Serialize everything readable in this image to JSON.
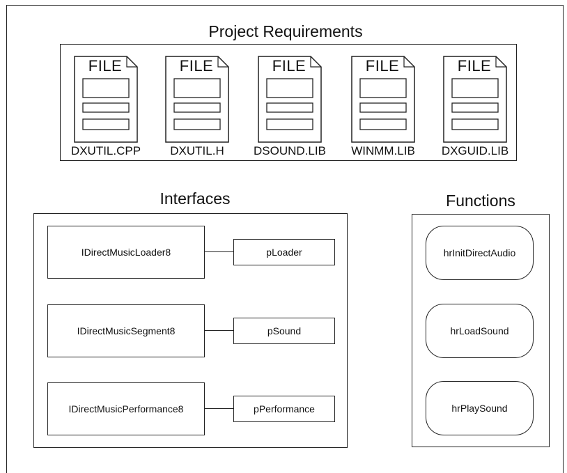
{
  "requirements": {
    "title": "Project Requirements",
    "file_icon_label": "FILE",
    "files": [
      "DXUTIL.CPP",
      "DXUTIL.H",
      "DSOUND.LIB",
      "WINMM.LIB",
      "DXGUID.LIB"
    ]
  },
  "interfaces": {
    "title": "Interfaces",
    "items": [
      {
        "interface": "IDirectMusicLoader8",
        "pointer": "pLoader"
      },
      {
        "interface": "IDirectMusicSegment8",
        "pointer": "pSound"
      },
      {
        "interface": "IDirectMusicPerformance8",
        "pointer": "pPerformance"
      }
    ]
  },
  "functions": {
    "title": "Functions",
    "items": [
      "hrInitDirectAudio",
      "hrLoadSound",
      "hrPlaySound"
    ]
  }
}
